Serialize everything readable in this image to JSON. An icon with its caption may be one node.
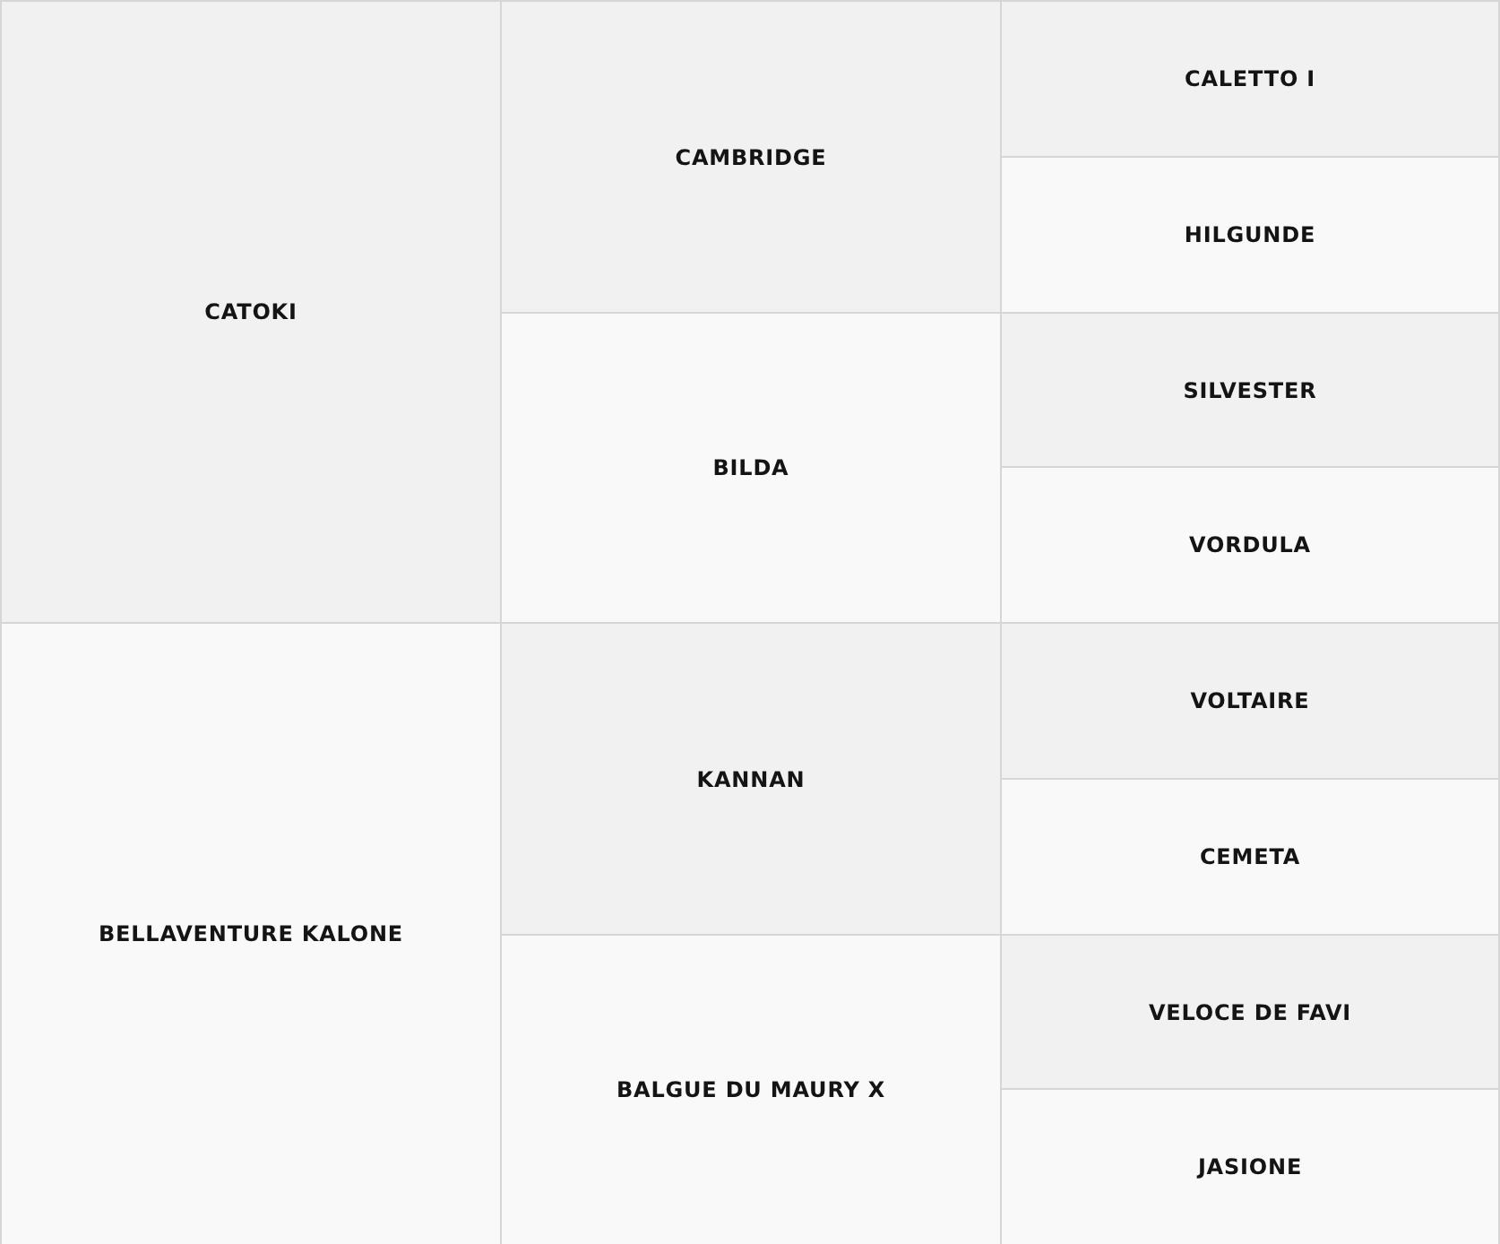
{
  "diagram": {
    "nodes": [
      {
        "text": [
          "CATOKI"
        ]
      },
      {
        "text": [
          "CAMBRIDGE"
        ]
      },
      {
        "text": [
          "CALETTO I"
        ]
      },
      {
        "text": [
          "HILGUNDE"
        ]
      },
      {
        "text": [
          "BILDA"
        ]
      },
      {
        "text": [
          "SILVESTER"
        ]
      },
      {
        "text": [
          "VORDULA"
        ]
      },
      {
        "text": [
          "BELLAVENTURE KALONE"
        ]
      },
      {
        "text": [
          "KANNAN"
        ]
      },
      {
        "text": [
          "VOLTAIRE"
        ]
      },
      {
        "text": [
          "CEMETA"
        ]
      },
      {
        "text": [
          "BALGUE DU MAURY X"
        ]
      },
      {
        "text": [
          "VELOCE DE FAVI"
        ]
      },
      {
        "text": [
          "JASIONE"
        ]
      }
    ]
  }
}
